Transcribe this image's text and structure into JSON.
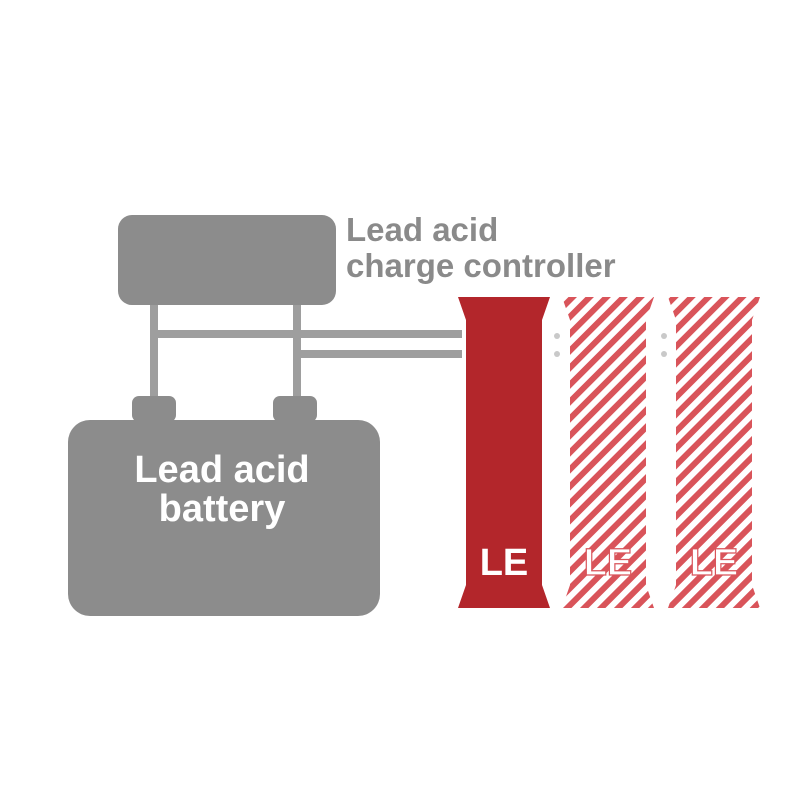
{
  "controller": {
    "label_line1": "Lead acid",
    "label_line2": "charge controller"
  },
  "battery": {
    "label_line1": "Lead acid",
    "label_line2": "battery"
  },
  "modules": [
    {
      "label": "LE",
      "state": "installed"
    },
    {
      "label": "LE",
      "state": "optional"
    },
    {
      "label": "LE",
      "state": "optional"
    }
  ],
  "colors": {
    "device_gray": "#8c8c8c",
    "wire_gray": "#9e9e9e",
    "label_gray": "#8a8a8a",
    "module_red": "#b3262b",
    "hatch_red": "#d9545a",
    "white": "#ffffff"
  }
}
